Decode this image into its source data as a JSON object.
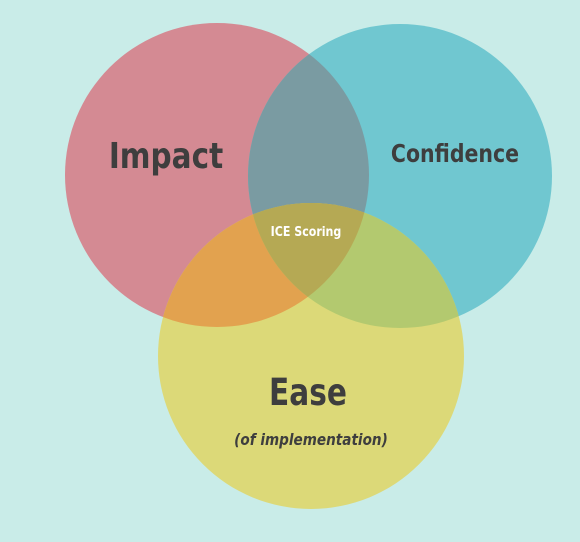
{
  "background": "#c9ece8",
  "circles": {
    "impact": {
      "label": "Impact",
      "color": "#d48a93"
    },
    "confidence": {
      "label": "Confidence",
      "color": "#70c7d0"
    },
    "ease": {
      "label": "Ease",
      "sublabel": "(of implementation)",
      "color": "#dcd978"
    }
  },
  "overlaps": {
    "impact_confidence": "#7a9ba2",
    "impact_ease": "#e2a24f",
    "confidence_ease": "#b3c96f",
    "center": {
      "label": "ICE Scoring",
      "color": "#b5a954"
    }
  },
  "text_color": "#3e3e3e",
  "center_text_color": "#ffffff"
}
